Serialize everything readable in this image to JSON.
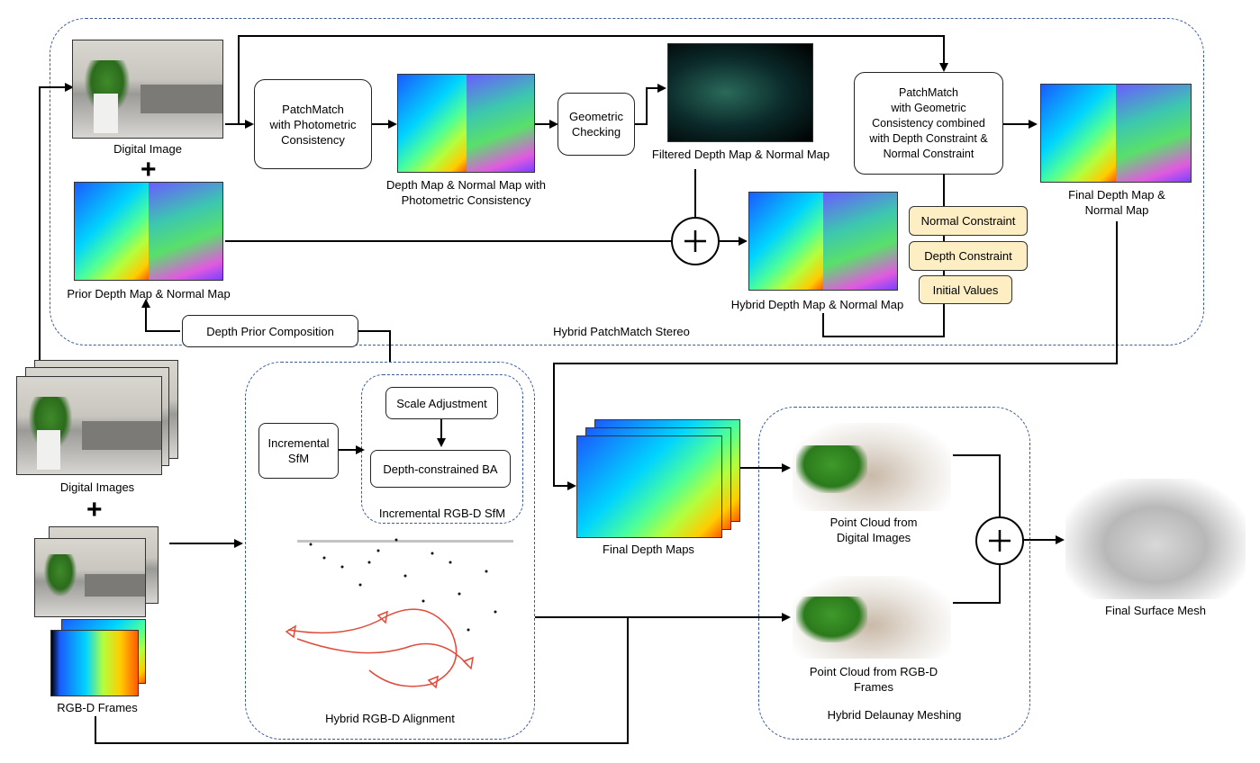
{
  "stages": {
    "hybrid_patchmatch": "Hybrid PatchMatch Stereo",
    "hybrid_alignment": "Hybrid RGB-D Alignment",
    "hybrid_delaunay": "Hybrid Delaunay Meshing",
    "incremental_sfm_group": "Incremental RGB-D SfM"
  },
  "labels": {
    "digital_image": "Digital Image",
    "prior_depth": "Prior Depth Map & Normal Map",
    "depth_photometric": "Depth Map & Normal Map with\nPhotometric Consistency",
    "filtered_depth": "Filtered Depth Map & Normal Map",
    "hybrid_depth": "Hybrid Depth Map & Normal Map",
    "final_depth_map": "Final Depth Map &\nNormal Map",
    "digital_images": "Digital Images",
    "rgbd_frames": "RGB-D Frames",
    "final_depth_maps": "Final Depth Maps",
    "pc_digital": "Point Cloud from\nDigital Images",
    "pc_rgbd": "Point Cloud from RGB-D\nFrames",
    "final_mesh": "Final Surface Mesh"
  },
  "process_boxes": {
    "patchmatch_photometric": "PatchMatch\nwith Photometric\nConsistency",
    "geometric_checking": "Geometric\nChecking",
    "patchmatch_geometric": "PatchMatch\nwith Geometric\nConsistency combined\nwith Depth Constraint &\nNormal Constraint",
    "depth_prior_composition": "Depth Prior Composition",
    "incremental_sfm": "Incremental\nSfM",
    "scale_adjustment": "Scale Adjustment",
    "depth_constrained_ba": "Depth-constrained BA"
  },
  "constraints": {
    "normal": "Normal Constraint",
    "depth": "Depth Constraint",
    "initial": "Initial Values"
  },
  "symbols": {
    "plus": "+"
  },
  "colors": {
    "panel_border": "#3b5a9a",
    "constraint_fill": "#fdeec4",
    "trajectory": "#e04a3a"
  }
}
